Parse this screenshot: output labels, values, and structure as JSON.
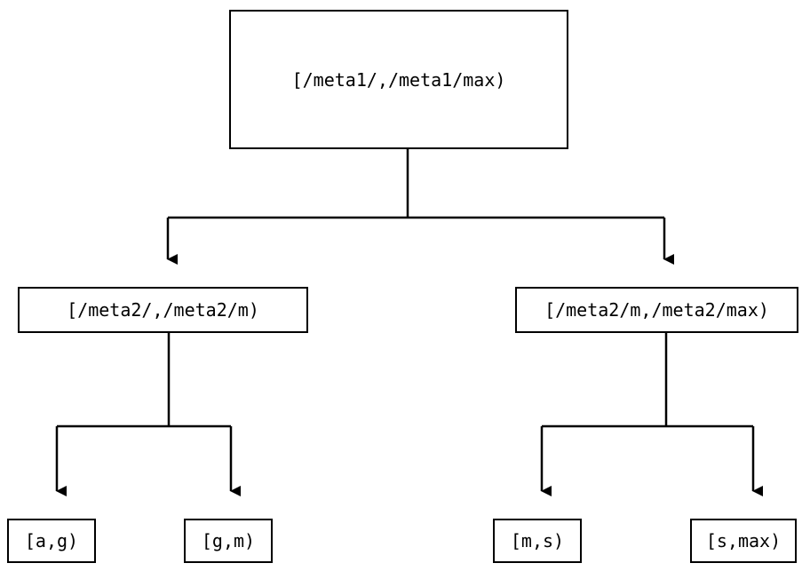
{
  "diagram": {
    "type": "tree",
    "title": "",
    "background_color": "#ffffff",
    "line_color": "#000000",
    "text_color": "#000000",
    "levels": 3,
    "nodes": {
      "root": {
        "label": "[/meta1/,/meta1/max)"
      },
      "mid_left": {
        "label": "[/meta2/,/meta2/m)"
      },
      "mid_right": {
        "label": "[/meta2/m,/meta2/max)"
      },
      "leaves": [
        {
          "label": "[a,g)"
        },
        {
          "label": "[g,m)"
        },
        {
          "label": "[m,s)"
        },
        {
          "label": "[s,max)"
        }
      ]
    },
    "edges": [
      {
        "from": "root",
        "to": "mid_left",
        "arrow": "triangle-down"
      },
      {
        "from": "root",
        "to": "mid_right",
        "arrow": "triangle-down"
      },
      {
        "from": "mid_left",
        "to": "leaf_0",
        "arrow": "triangle-down"
      },
      {
        "from": "mid_left",
        "to": "leaf_1",
        "arrow": "triangle-down"
      },
      {
        "from": "mid_right",
        "to": "leaf_2",
        "arrow": "triangle-down"
      },
      {
        "from": "mid_right",
        "to": "leaf_3",
        "arrow": "triangle-down"
      }
    ]
  }
}
